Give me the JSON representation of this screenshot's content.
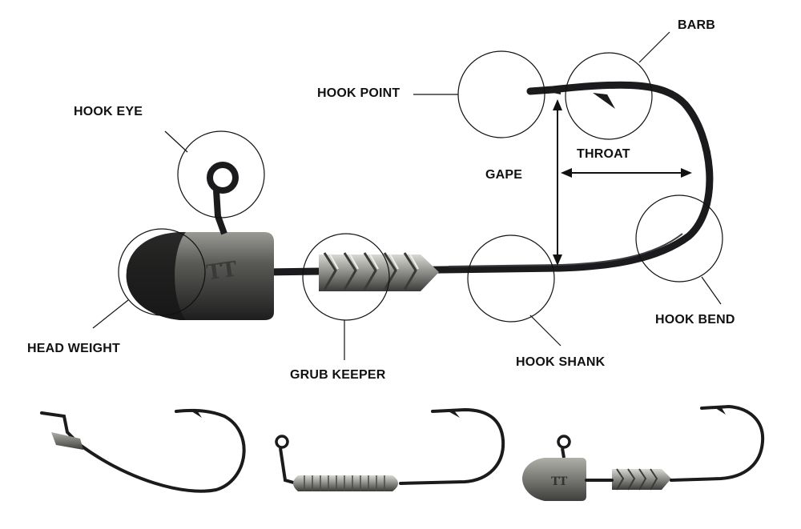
{
  "labels": {
    "barb": "BARB",
    "hook_point": "HOOK POINT",
    "hook_eye": "HOOK EYE",
    "throat": "THROAT",
    "gape": "GAPE",
    "hook_bend": "HOOK BEND",
    "head_weight": "HEAD WEIGHT",
    "grub_keeper": "GRUB KEEPER",
    "hook_shank": "HOOK SHANK"
  },
  "head_logo": "TT",
  "colors": {
    "hook_wire": "#1b1b1d",
    "head_dark": "#2a2a2a",
    "head_light": "#8c8c88",
    "keeper_light": "#c9c9c4",
    "keeper_dark": "#4a4a48",
    "leader_line": "#111111",
    "background": "#ffffff"
  }
}
